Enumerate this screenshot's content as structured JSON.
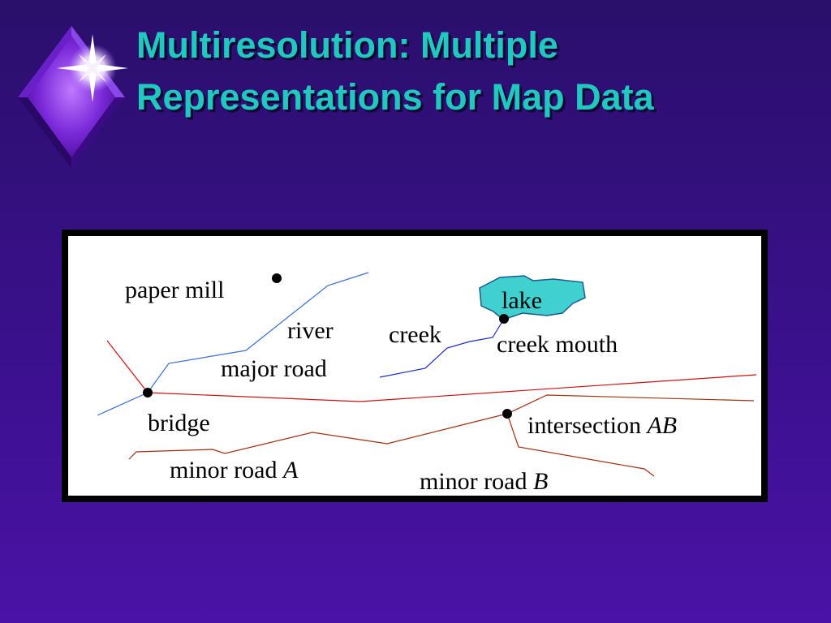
{
  "slide": {
    "title_line1": "Multiresolution: Multiple",
    "title_line2": "Representations for Map Data"
  },
  "map": {
    "labels": {
      "paper_mill": "paper mill",
      "river": "river",
      "major_road": "major road",
      "bridge": "bridge",
      "creek": "creek",
      "lake": "lake",
      "creek_mouth": "creek mouth",
      "intersection": "intersection",
      "intersection_suffix": "AB",
      "minor_road_a": "minor road",
      "minor_road_a_suffix": "A",
      "minor_road_b": "minor road",
      "minor_road_b_suffix": "B"
    }
  },
  "colors": {
    "title": "#20c8c0",
    "background": "#3a108c",
    "river": "#3a6fd0",
    "creek": "#1a2ac8",
    "major_road": "#d01010",
    "minor_road": "#a03010",
    "lake_fill": "#40d0d0"
  },
  "icons": {
    "logo": "diamond-star-icon"
  }
}
